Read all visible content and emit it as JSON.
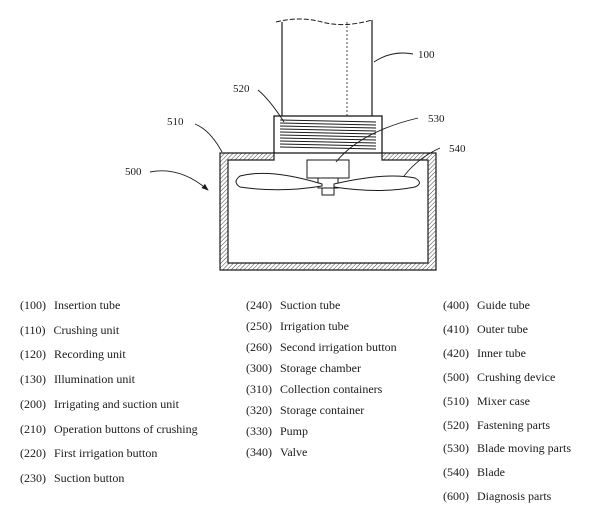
{
  "callouts": {
    "insertion_tube": "100",
    "crushing_device": "500",
    "mixer_case": "510",
    "fastening_parts": "520",
    "blade_moving_parts": "530",
    "blade": "540"
  },
  "legend": [
    [
      {
        "code": "(100)",
        "label": "Insertion tube"
      },
      {
        "code": "(110)",
        "label": "Crushing unit"
      },
      {
        "code": "(120)",
        "label": "Recording unit"
      },
      {
        "code": "(130)",
        "label": "Illumination unit"
      },
      {
        "code": "(200)",
        "label": "Irrigating and suction unit"
      },
      {
        "code": "(210)",
        "label": "Operation buttons of crushing"
      },
      {
        "code": "(220)",
        "label": "First irrigation button"
      },
      {
        "code": "(230)",
        "label": "Suction button"
      }
    ],
    [
      {
        "code": "(240)",
        "label": "Suction tube"
      },
      {
        "code": "(250)",
        "label": "Irrigation tube"
      },
      {
        "code": "(260)",
        "label": "Second irrigation button"
      },
      {
        "code": "(300)",
        "label": "Storage chamber"
      },
      {
        "code": "(310)",
        "label": "Collection containers"
      },
      {
        "code": "(320)",
        "label": "Storage container"
      },
      {
        "code": "(330)",
        "label": "Pump"
      },
      {
        "code": "(340)",
        "label": "Valve"
      }
    ],
    [
      {
        "code": "(400)",
        "label": "Guide tube"
      },
      {
        "code": "(410)",
        "label": "Outer tube"
      },
      {
        "code": "(420)",
        "label": "Inner tube"
      },
      {
        "code": "(500)",
        "label": "Crushing device"
      },
      {
        "code": "(510)",
        "label": "Mixer case"
      },
      {
        "code": "(520)",
        "label": "Fastening parts"
      },
      {
        "code": "(530)",
        "label": "Blade moving parts"
      },
      {
        "code": "(540)",
        "label": "Blade"
      },
      {
        "code": "(600)",
        "label": "Diagnosis parts"
      }
    ]
  ]
}
